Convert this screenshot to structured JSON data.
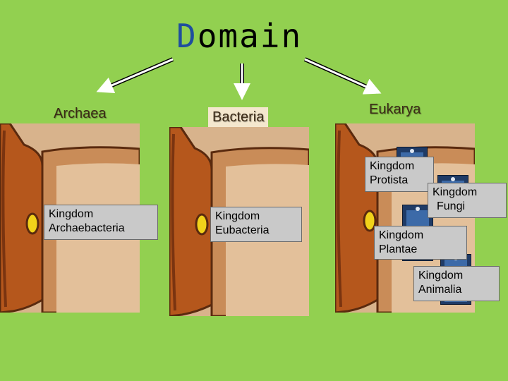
{
  "title": {
    "first_letter": "D",
    "rest": "omain"
  },
  "domains": [
    {
      "label": "Archaea",
      "kingdoms": [
        [
          "Kingdom",
          "Archaebacteria"
        ]
      ]
    },
    {
      "label": "Bacteria",
      "kingdoms": [
        [
          "Kingdom",
          "Eubacteria"
        ]
      ]
    },
    {
      "label": "Eukarya",
      "kingdoms": [
        [
          "Kingdom",
          "Protista"
        ],
        [
          "Kingdom",
          "Fungi"
        ],
        [
          "Kingdom",
          "Plantae"
        ],
        [
          "Kingdom",
          "Animalia"
        ]
      ]
    }
  ],
  "colors": {
    "background": "#92d050",
    "door_brown": "#b5571c",
    "door_dark": "#7a3410",
    "wall_beige": "#d8b38c",
    "box_gray": "#c9c9c9",
    "knob": "#f1d21a",
    "title_accent": "#1f4e9e"
  }
}
